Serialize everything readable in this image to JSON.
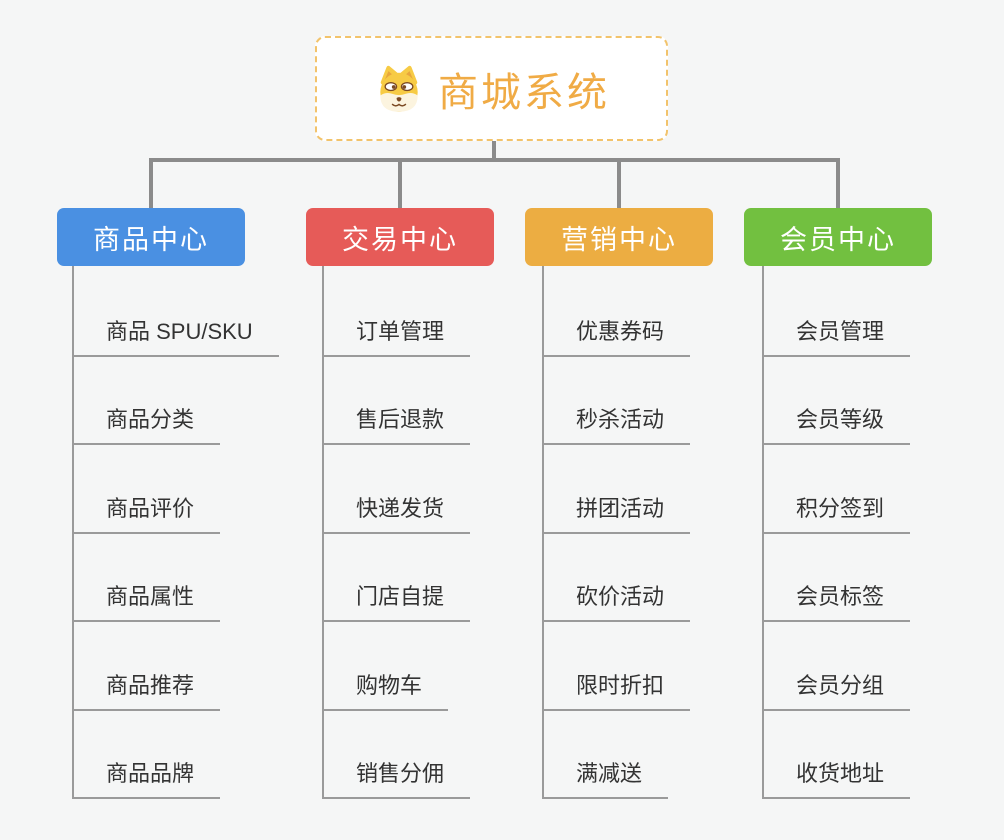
{
  "root": {
    "title": "商城系统",
    "title_color": "#f0ab45",
    "border_color": "#f2c36b",
    "icon": "dog-face-icon"
  },
  "branches": [
    {
      "id": "product-center",
      "label": "商品中心",
      "color": "#4a90e2",
      "items": [
        "商品 SPU/SKU",
        "商品分类",
        "商品评价",
        "商品属性",
        "商品推荐",
        "商品品牌"
      ]
    },
    {
      "id": "trade-center",
      "label": "交易中心",
      "color": "#e65b58",
      "items": [
        "订单管理",
        "售后退款",
        "快递发货",
        "门店自提",
        "购物车",
        "销售分佣"
      ]
    },
    {
      "id": "marketing-center",
      "label": "营销中心",
      "color": "#ecad42",
      "items": [
        "优惠券码",
        "秒杀活动",
        "拼团活动",
        "砍价活动",
        "限时折扣",
        "满减送"
      ]
    },
    {
      "id": "member-center",
      "label": "会员中心",
      "color": "#72c040",
      "items": [
        "会员管理",
        "会员等级",
        "积分签到",
        "会员标签",
        "会员分组",
        "收货地址"
      ]
    }
  ],
  "connector_color": "#8b8b8b",
  "leaf_line_color": "#9a9a9a"
}
